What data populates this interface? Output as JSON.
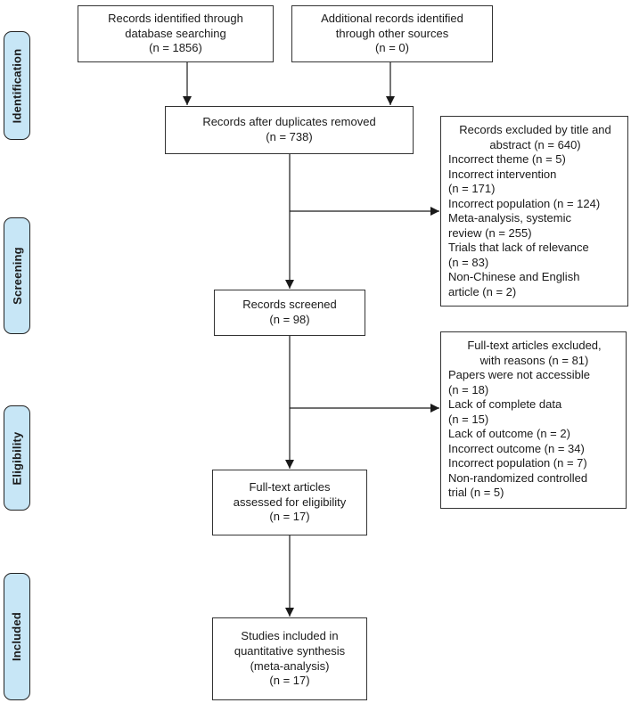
{
  "stages": [
    {
      "label": "Identification"
    },
    {
      "label": "Screening"
    },
    {
      "label": "Eligibility"
    },
    {
      "label": "Included"
    }
  ],
  "flow": {
    "db_search": {
      "text": "Records identified through\ndatabase searching\n(n = 1856)"
    },
    "other_sources": {
      "text": "Additional records identified\nthrough other sources\n(n = 0)"
    },
    "after_duplicates": {
      "text": "Records after duplicates removed\n(n = 738)"
    },
    "screened": {
      "text": "Records screened\n(n = 98)"
    },
    "fulltext_assessed": {
      "text": "Full-text articles\nassessed for eligibility\n(n = 17)"
    },
    "included_studies": {
      "text": "Studies included in\nquantitative synthesis\n(meta-analysis)\n(n = 17)"
    }
  },
  "exclusions": {
    "title_abstract": {
      "title": "Records excluded by title and\nabstract (n = 640)",
      "items": [
        "Incorrect theme (n = 5)",
        "Incorrect intervention\n(n = 171)",
        "Incorrect population (n = 124)",
        "Meta-analysis, systemic\nreview (n = 255)",
        "Trials that lack of relevance\n(n = 83)",
        "Non-Chinese and English\narticle (n = 2)"
      ]
    },
    "fulltext": {
      "title": "Full-text articles excluded,\nwith reasons (n = 81)",
      "items": [
        "Papers were not accessible\n(n = 18)",
        "Lack of complete data\n(n = 15)",
        "Lack of outcome (n = 2)",
        "Incorrect outcome (n = 34)",
        "Incorrect population (n = 7)",
        "Non-randomized controlled\ntrial (n = 5)"
      ]
    }
  },
  "colors": {
    "stage_fill": "#c7e6f6",
    "box_border": "#333333",
    "text": "#1a1a1a",
    "line": "#1a1a1a"
  }
}
